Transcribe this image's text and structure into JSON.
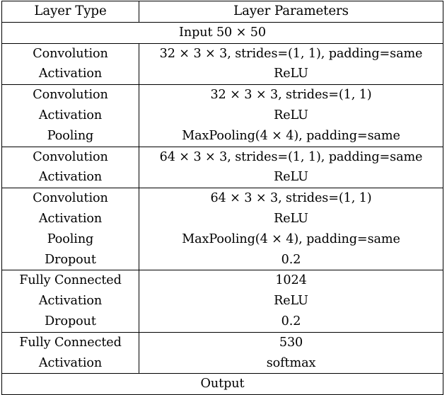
{
  "table": {
    "headers": {
      "layer_type": "Layer Type",
      "layer_parameters": "Layer Parameters"
    },
    "input_row": "Input 50 × 50",
    "output_row": "Output",
    "blocks": [
      {
        "types": [
          "Convolution",
          "Activation"
        ],
        "params": [
          "32 × 3 × 3, strides=(1, 1), padding=same",
          "ReLU"
        ]
      },
      {
        "types": [
          "Convolution",
          "Activation",
          "Pooling"
        ],
        "params": [
          "32 × 3 × 3, strides=(1, 1)",
          "ReLU",
          "MaxPooling(4 × 4), padding=same"
        ]
      },
      {
        "types": [
          "Convolution",
          "Activation"
        ],
        "params": [
          "64 × 3 × 3, strides=(1, 1), padding=same",
          "ReLU"
        ]
      },
      {
        "types": [
          "Convolution",
          "Activation",
          "Pooling",
          "Dropout"
        ],
        "params": [
          "64 × 3 × 3, strides=(1, 1)",
          "ReLU",
          "MaxPooling(4 × 4), padding=same",
          "0.2"
        ]
      },
      {
        "types": [
          "Fully Connected",
          "Activation",
          "Dropout"
        ],
        "params": [
          "1024",
          "ReLU",
          "0.2"
        ]
      },
      {
        "types": [
          "Fully Connected",
          "Activation"
        ],
        "params": [
          "530",
          "softmax"
        ]
      }
    ]
  },
  "style": {
    "text_color": "#000000",
    "rule_color": "#000000",
    "background": "#ffffff"
  }
}
